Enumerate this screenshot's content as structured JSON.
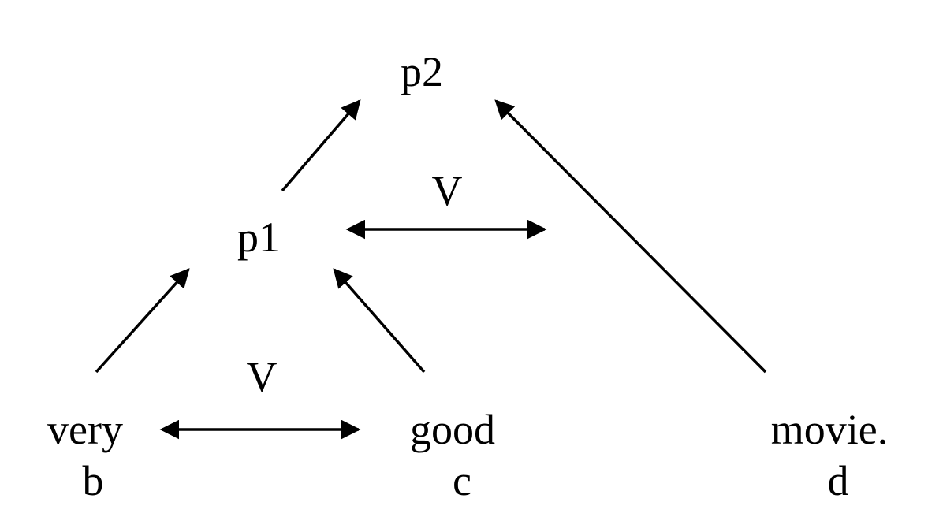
{
  "nodes": {
    "p2": "p2",
    "p1": "p1",
    "very": "very",
    "good": "good",
    "movie": "movie.",
    "b": "b",
    "c": "c",
    "d": "d"
  },
  "relations": {
    "v_top": "V",
    "v_bottom": "V"
  },
  "colors": {
    "ink": "#000000",
    "background": "#ffffff"
  }
}
